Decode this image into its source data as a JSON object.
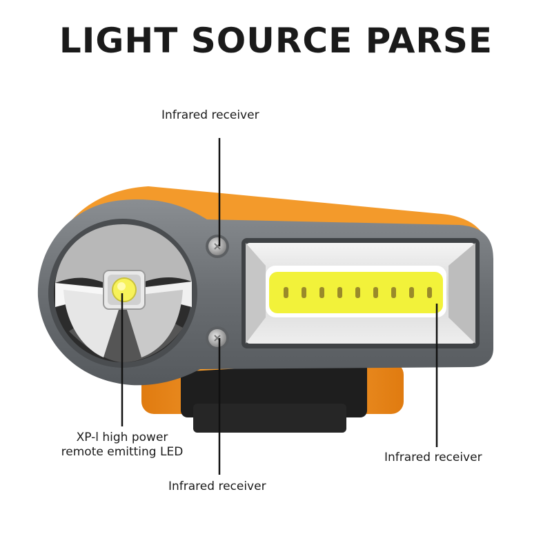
{
  "title": "LIGHT SOURCE PARSE",
  "callouts": {
    "top_receiver": "Infrared receiver",
    "bottom_receiver": "Infrared receiver",
    "right_receiver": "Infrared receiver",
    "led_line1": "XP-l high power",
    "led_line2": "remote emitting LED"
  },
  "colors": {
    "housing_orange": "#f39a2b",
    "housing_gray": "#6b6f73",
    "cob_yellow": "#f2f23a",
    "strap_black": "#1e1e1e"
  }
}
